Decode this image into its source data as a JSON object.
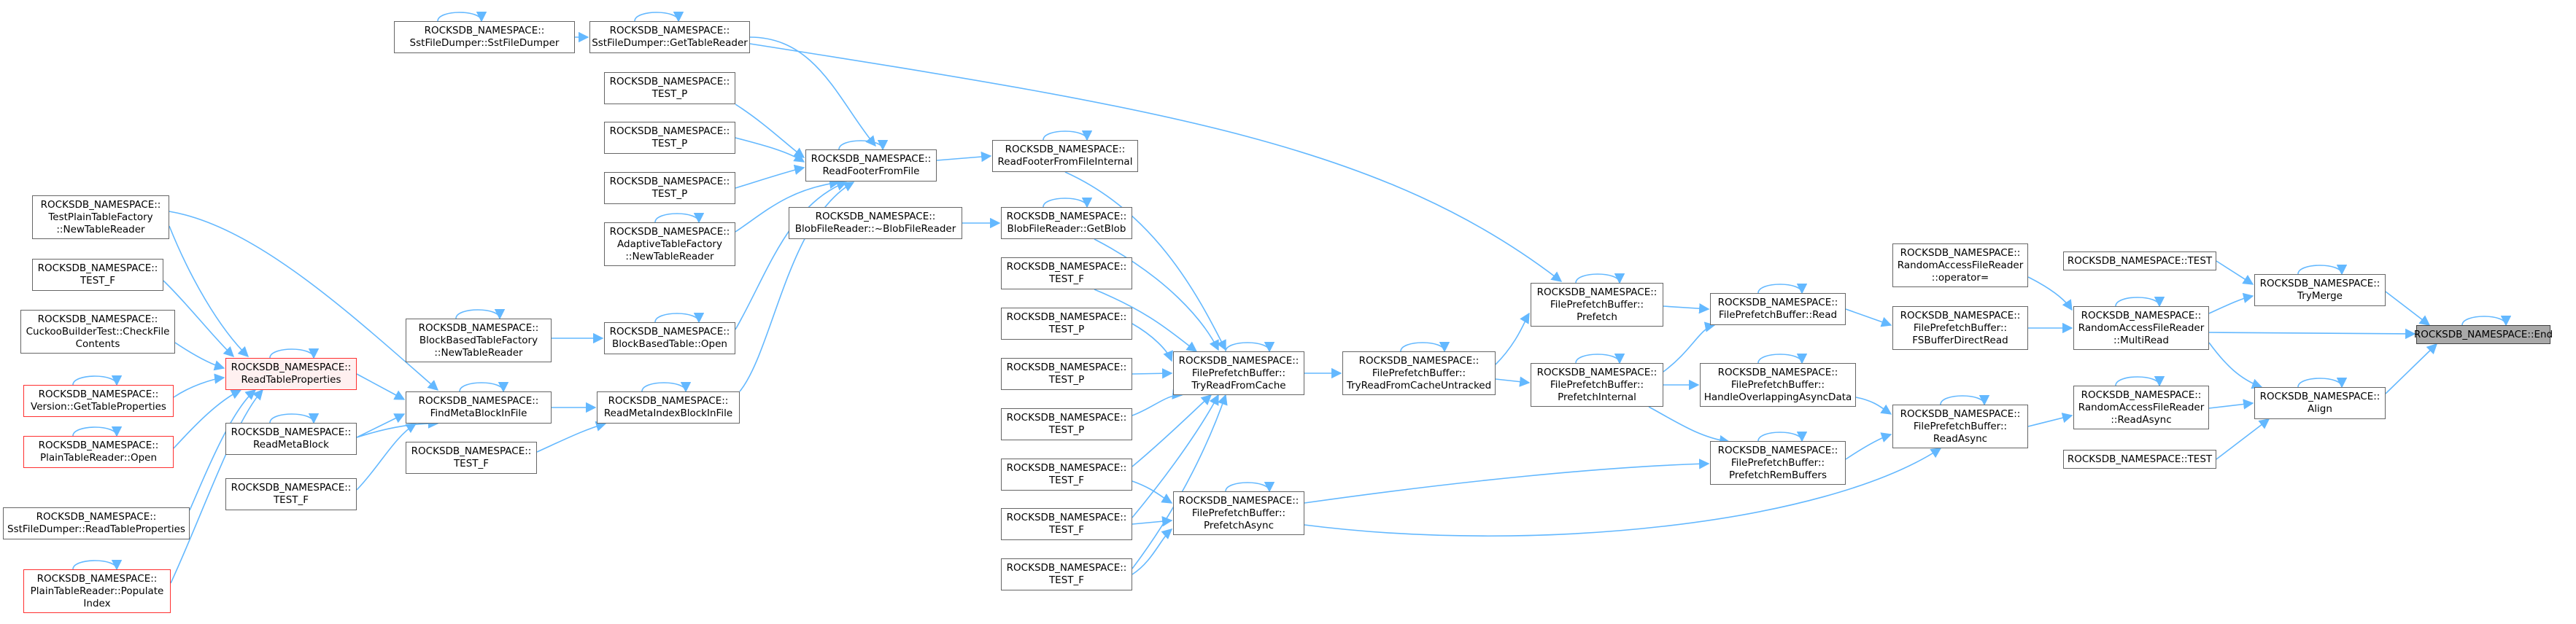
{
  "nodes": [
    {
      "id": "n_sstdumper",
      "label": "ROCKSDB_NAMESPACE::\nSstFileDumper::SstFileDumper"
    },
    {
      "id": "n_gettablereader",
      "label": "ROCKSDB_NAMESPACE::\nSstFileDumper::GetTableReader"
    },
    {
      "id": "n_testp1",
      "label": "ROCKSDB_NAMESPACE::\nTEST_P"
    },
    {
      "id": "n_testp2",
      "label": "ROCKSDB_NAMESPACE::\nTEST_P"
    },
    {
      "id": "n_testp3",
      "label": "ROCKSDB_NAMESPACE::\nTEST_P"
    },
    {
      "id": "n_adaptive",
      "label": "ROCKSDB_NAMESPACE::\nAdaptiveTableFactory\n::NewTableReader"
    },
    {
      "id": "n_readfooter",
      "label": "ROCKSDB_NAMESPACE::\nReadFooterFromFile"
    },
    {
      "id": "n_blobdtor",
      "label": "ROCKSDB_NAMESPACE::\nBlobFileReader::~BlobFileReader"
    },
    {
      "id": "n_blockbasedfactory",
      "label": "ROCKSDB_NAMESPACE::\nBlockBasedTableFactory\n::NewTableReader"
    },
    {
      "id": "n_bbtopen",
      "label": "ROCKSDB_NAMESPACE::\nBlockBasedTable::Open"
    },
    {
      "id": "n_testplain",
      "label": "ROCKSDB_NAMESPACE::\nTestPlainTableFactory\n::NewTableReader"
    },
    {
      "id": "n_testf_left",
      "label": "ROCKSDB_NAMESPACE::\nTEST_F"
    },
    {
      "id": "n_cuckoo",
      "label": "ROCKSDB_NAMESPACE::\nCuckooBuilderTest::CheckFile\nContents"
    },
    {
      "id": "n_version",
      "label": "ROCKSDB_NAMESPACE::\nVersion::GetTableProperties"
    },
    {
      "id": "n_plainopen",
      "label": "ROCKSDB_NAMESPACE::\nPlainTableReader::Open"
    },
    {
      "id": "n_sstreadprops",
      "label": "ROCKSDB_NAMESPACE::\nSstFileDumper::ReadTableProperties"
    },
    {
      "id": "n_populate",
      "label": "ROCKSDB_NAMESPACE::\nPlainTableReader::Populate\nIndex"
    },
    {
      "id": "n_readtableprops",
      "label": "ROCKSDB_NAMESPACE::\nReadTableProperties"
    },
    {
      "id": "n_readmetablock",
      "label": "ROCKSDB_NAMESPACE::\nReadMetaBlock"
    },
    {
      "id": "n_testf_mid",
      "label": "ROCKSDB_NAMESPACE::\nTEST_F"
    },
    {
      "id": "n_findmeta",
      "label": "ROCKSDB_NAMESPACE::\nFindMetaBlockInFile"
    },
    {
      "id": "n_testf_mid2",
      "label": "ROCKSDB_NAMESPACE::\nTEST_F"
    },
    {
      "id": "n_readmetaindex",
      "label": "ROCKSDB_NAMESPACE::\nReadMetaIndexBlockInFile"
    },
    {
      "id": "n_readfooterinternal",
      "label": "ROCKSDB_NAMESPACE::\nReadFooterFromFileInternal"
    },
    {
      "id": "n_getblob",
      "label": "ROCKSDB_NAMESPACE::\nBlobFileReader::GetBlob"
    },
    {
      "id": "n_testf_c1",
      "label": "ROCKSDB_NAMESPACE::\nTEST_F"
    },
    {
      "id": "n_testp_c2",
      "label": "ROCKSDB_NAMESPACE::\nTEST_P"
    },
    {
      "id": "n_testp_c3",
      "label": "ROCKSDB_NAMESPACE::\nTEST_P"
    },
    {
      "id": "n_testp_c4",
      "label": "ROCKSDB_NAMESPACE::\nTEST_P"
    },
    {
      "id": "n_testf_c5",
      "label": "ROCKSDB_NAMESPACE::\nTEST_F"
    },
    {
      "id": "n_testf_c6",
      "label": "ROCKSDB_NAMESPACE::\nTEST_F"
    },
    {
      "id": "n_testf_c7",
      "label": "ROCKSDB_NAMESPACE::\nTEST_F"
    },
    {
      "id": "n_tryreadcache",
      "label": "ROCKSDB_NAMESPACE::\nFilePrefetchBuffer::\nTryReadFromCache"
    },
    {
      "id": "n_prefetchasync",
      "label": "ROCKSDB_NAMESPACE::\nFilePrefetchBuffer::\nPrefetchAsync"
    },
    {
      "id": "n_tryreaduntracked",
      "label": "ROCKSDB_NAMESPACE::\nFilePrefetchBuffer::\nTryReadFromCacheUntracked"
    },
    {
      "id": "n_prefetch",
      "label": "ROCKSDB_NAMESPACE::\nFilePrefetchBuffer::\nPrefetch"
    },
    {
      "id": "n_prefetchinternal",
      "label": "ROCKSDB_NAMESPACE::\nFilePrefetchBuffer::\nPrefetchInternal"
    },
    {
      "id": "n_fpbread",
      "label": "ROCKSDB_NAMESPACE::\nFilePrefetchBuffer::Read"
    },
    {
      "id": "n_handleoverlap",
      "label": "ROCKSDB_NAMESPACE::\nFilePrefetchBuffer::\nHandleOverlappingAsyncData"
    },
    {
      "id": "n_prefetchrem",
      "label": "ROCKSDB_NAMESPACE::\nFilePrefetchBuffer::\nPrefetchRemBuffers"
    },
    {
      "id": "n_operator",
      "label": "ROCKSDB_NAMESPACE::\nRandomAccessFileReader\n::operator="
    },
    {
      "id": "n_fsbuffer",
      "label": "ROCKSDB_NAMESPACE::\nFilePrefetchBuffer::\nFSBufferDirectRead"
    },
    {
      "id": "n_readasync_fpb",
      "label": "ROCKSDB_NAMESPACE::\nFilePrefetchBuffer::\nReadAsync"
    },
    {
      "id": "n_test_top",
      "label": "ROCKSDB_NAMESPACE::TEST"
    },
    {
      "id": "n_multiread",
      "label": "ROCKSDB_NAMESPACE::\nRandomAccessFileReader\n::MultiRead"
    },
    {
      "id": "n_raf_readasync",
      "label": "ROCKSDB_NAMESPACE::\nRandomAccessFileReader\n::ReadAsync"
    },
    {
      "id": "n_test_bot",
      "label": "ROCKSDB_NAMESPACE::TEST"
    },
    {
      "id": "n_trymerge",
      "label": "ROCKSDB_NAMESPACE::\nTryMerge"
    },
    {
      "id": "n_align",
      "label": "ROCKSDB_NAMESPACE::\nAlign"
    },
    {
      "id": "n_end",
      "label": "ROCKSDB_NAMESPACE::End"
    }
  ],
  "colors": {
    "edge": "#63b8ff",
    "node_border": "#666666",
    "focus_fill": "#a9a9a9",
    "highlight_border": "#ff3030",
    "highlight_fill": "#fff0f0"
  }
}
